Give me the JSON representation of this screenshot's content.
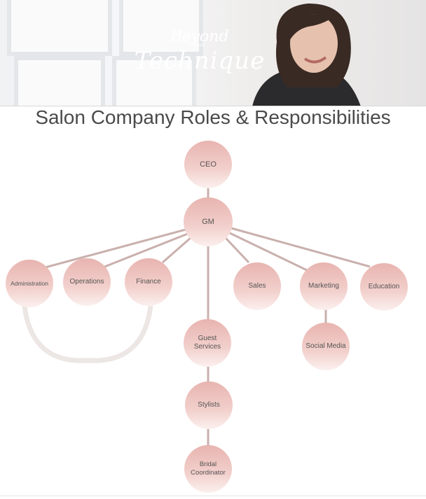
{
  "brand": {
    "line1": "Beyond",
    "line2": "THE",
    "line3": "Technique"
  },
  "title": "Salon Company Roles & Responsibilities",
  "colors": {
    "node_top": "#e8b4b0",
    "node_bottom": "#fbf0ee",
    "connector": "#c9b0ad",
    "arc": "#ece6e4",
    "title": "#4a4a4a"
  },
  "nodes": {
    "ceo": "CEO",
    "gm": "GM",
    "administration": "Administration",
    "operations": "Operations",
    "finance": "Finance",
    "sales": "Sales",
    "marketing": "Marketing",
    "education": "Education",
    "guest_services": "Guest Services",
    "social_media": "Social Media",
    "stylists": "Stylists",
    "bridal_coordinator": "Bridal Coordinator"
  }
}
